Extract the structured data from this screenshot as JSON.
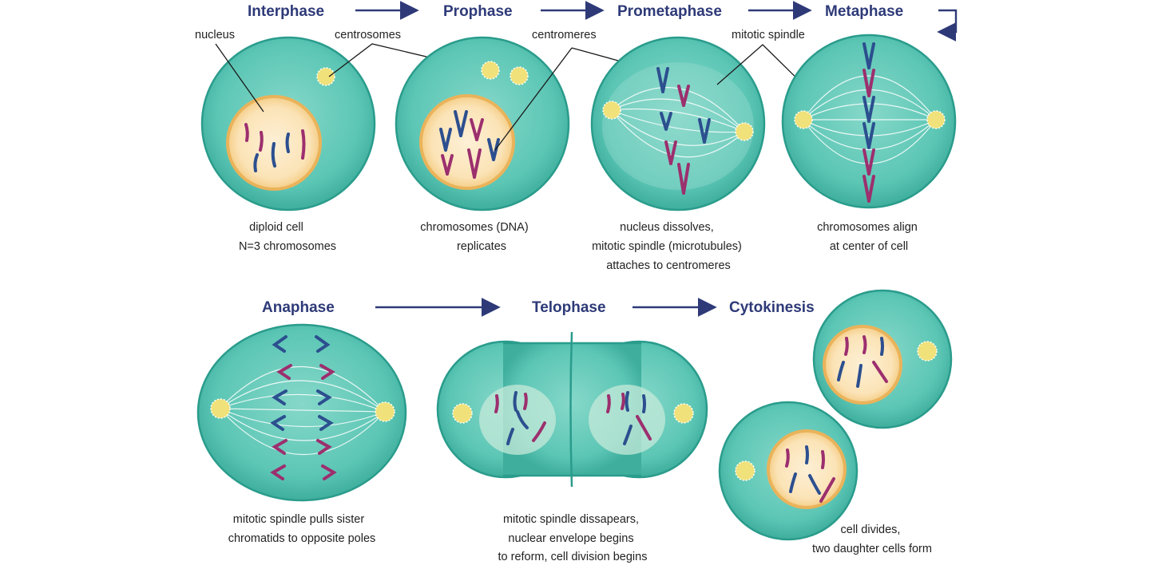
{
  "phases": {
    "interphase": "Interphase",
    "prophase": "Prophase",
    "prometaphase": "Prometaphase",
    "metaphase": "Metaphase",
    "anaphase": "Anaphase",
    "telophase": "Telophase",
    "cytokinesis": "Cytokinesis"
  },
  "labels": {
    "nucleus": "nucleus",
    "centrosomes": "centrosomes",
    "centromeres": "centromeres",
    "mitotic_spindle": "mitotic spindle"
  },
  "captions": {
    "interphase": [
      "diploid cell",
      "N=3 chromosomes"
    ],
    "prophase": [
      "chromosomes (DNA)",
      "replicates"
    ],
    "prometaphase": [
      "nucleus dissolves,",
      "mitotic spindle (microtubules)",
      "attaches to centromeres"
    ],
    "metaphase": [
      "chromosomes align",
      "at center of cell"
    ],
    "anaphase": [
      "mitotic spindle pulls sister",
      "chromatids to opposite poles"
    ],
    "telophase": [
      "mitotic spindle dissapears,",
      "nuclear envelope begins",
      "to reform, cell division begins"
    ],
    "cytokinesis": [
      "cell divides,",
      "two daughter cells form"
    ]
  },
  "colors": {
    "title": "#2e3a78",
    "cell": "#57c3b2",
    "nucleus": "#f7d49a",
    "chromosome_blue": "#2c4f8f",
    "chromosome_purple": "#9c2f6e"
  }
}
